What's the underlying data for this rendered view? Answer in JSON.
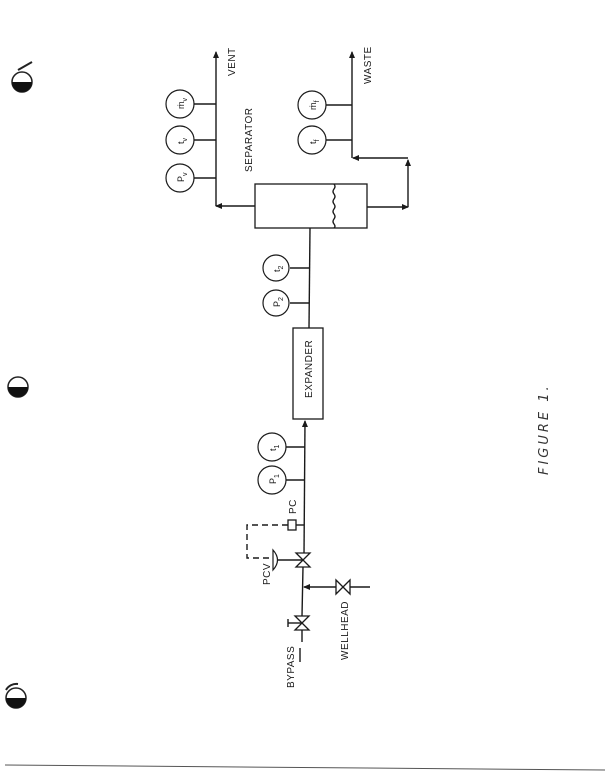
{
  "figure": {
    "caption": "FIGURE 1.",
    "colors": {
      "ink": "#1a1a1a",
      "paper": "#ffffff"
    }
  },
  "equipment": {
    "separator": "SEPARATOR",
    "expander": "EXPANDER",
    "pcv": "PCV",
    "pc": "PC",
    "bypass": "BYPASS",
    "wellhead": "WELLHEAD"
  },
  "outlets": {
    "vent": "VENT",
    "waste": "WASTE"
  },
  "instruments": {
    "vent": [
      {
        "symbol": "P",
        "sub": "v"
      },
      {
        "symbol": "t",
        "sub": "v"
      },
      {
        "symbol": "ṁ",
        "sub": "v"
      }
    ],
    "waste": [
      {
        "symbol": "t",
        "sub": "f"
      },
      {
        "symbol": "ṁ",
        "sub": "f"
      }
    ],
    "outlet": [
      {
        "symbol": "P",
        "sub": "2"
      },
      {
        "symbol": "t",
        "sub": "2"
      }
    ],
    "inlet": [
      {
        "symbol": "P",
        "sub": "1"
      },
      {
        "symbol": "t",
        "sub": "1"
      }
    ]
  },
  "binder_holes": 3
}
